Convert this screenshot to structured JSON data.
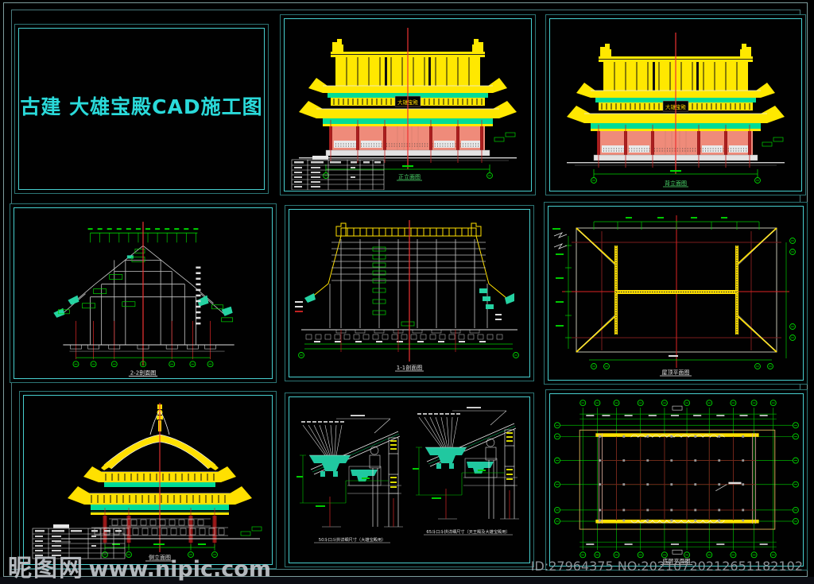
{
  "sheet": {
    "title": "古建 大雄宝殿CAD施工图"
  },
  "watermark": {
    "site_name": "昵图网",
    "site_url": "www.nipic.com",
    "stock_id": "ID:27964375 NO:20210720212651182102"
  },
  "panels": {
    "front_elevation": {
      "caption": "正立面图",
      "plaque": "大雄宝殿"
    },
    "rear_elevation": {
      "caption": "背立面图",
      "plaque": "大雄宝殿"
    },
    "cross_section": {
      "caption": "2-2剖面图"
    },
    "long_section": {
      "caption": "1-1剖面图"
    },
    "roof_plan": {
      "caption": "屋顶平面图"
    },
    "side_elevation": {
      "caption": "侧立面图"
    },
    "bracket_details": {
      "left_caption": "50斗口斗拱详细尺寸（大雄宝殿用）",
      "right_caption": "65斗口斗拱详细尺寸（天王殿及大雄宝殿用）"
    },
    "floor_plan": {
      "caption": "底层平面图"
    }
  },
  "colors": {
    "roof_yellow": "#ffe800",
    "eave_cyan": "#00dc96",
    "wall_salmon": "#ef8b7a",
    "axis_red": "#cc2222",
    "grid_maroon": "#7c1d1d",
    "dim_green": "#00c800",
    "panel_border_cyan": "#47cfcf",
    "bracket_teal": "#20c8a0"
  }
}
